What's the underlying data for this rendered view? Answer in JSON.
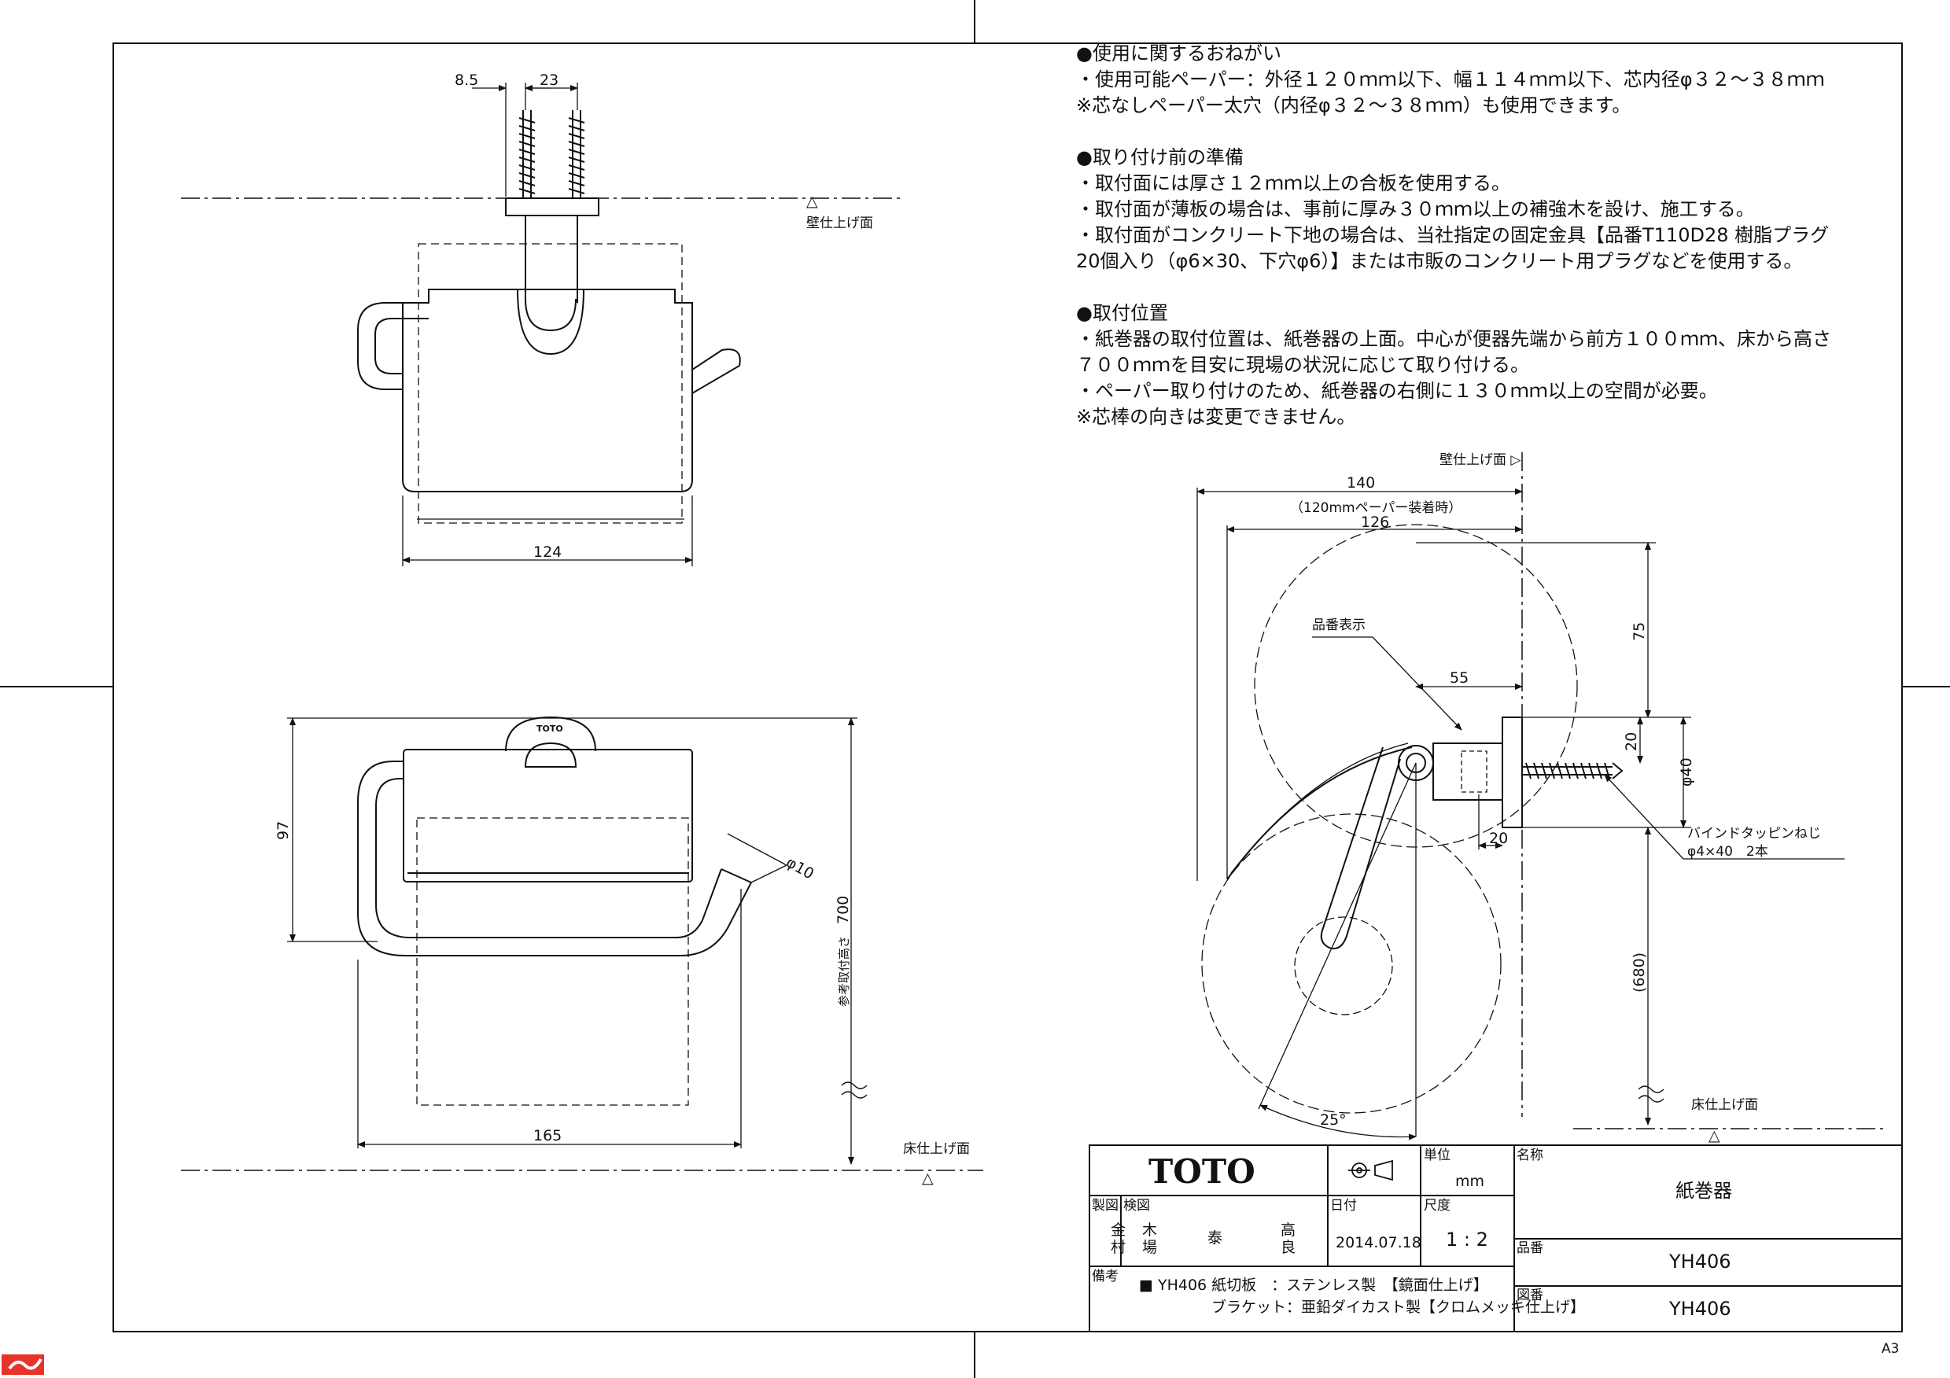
{
  "notes": {
    "usage_title": "●使用に関するおねがい",
    "usage_1": "・使用可能ペーパー：外径１２０ｍｍ以下、幅１１４ｍｍ以下、芯内径φ３２～３８ｍｍ",
    "usage_2": "※芯なしペーパー太穴（内径φ３２～３８ｍｍ）も使用できます。",
    "prep_title": "●取り付け前の準備",
    "prep_1": "・取付面には厚さ１２ｍｍ以上の合板を使用する。",
    "prep_2": "・取付面が薄板の場合は、事前に厚み３０ｍｍ以上の補強木を設け、施工する。",
    "prep_3": "・取付面がコンクリート下地の場合は、当社指定の固定金具【品番T110D28 樹脂プラグ",
    "prep_4": "20個入り（φ6×30、下穴φ6）】または市販のコンクリート用プラグなどを使用する。",
    "pos_title": "●取付位置",
    "pos_1": "・紙巻器の取付位置は、紙巻器の上面。中心が便器先端から前方１００ｍｍ、床から高さ",
    "pos_2": "７００ｍｍを目安に現場の状況に応じて取り付ける。",
    "pos_3": "・ペーパー取り付けのため、紙巻器の右側に１３０ｍｍ以上の空間が必要。",
    "pos_4": "※芯棒の向きは変更できません。"
  },
  "top_view": {
    "dim_8_5": "8.5",
    "dim_23": "23",
    "wall_label": "壁仕上げ面",
    "dim_124": "124"
  },
  "front_view": {
    "logo_small": "TOTO",
    "dim_97": "97",
    "dim_phi10": "φ10",
    "dim_700": "700",
    "ref_height": "参考取付高さ",
    "dim_165": "165",
    "floor_label": "床仕上げ面"
  },
  "side_view": {
    "wall_label": "壁仕上げ面 ▷",
    "dim_140": "140",
    "paper_note": "（120mmペーパー装着時）",
    "dim_126": "126",
    "part_label": "品番表示",
    "dim_75": "75",
    "dim_55": "55",
    "dim_20v": "20",
    "dim_phi40": "φ40",
    "dim_20h": "20",
    "screw_label": "バインドタッピンねじ",
    "screw_spec": "φ4×40　2本",
    "dim_680": "(680)",
    "floor_label": "床仕上げ面",
    "angle": "25°"
  },
  "title_block": {
    "logo": "TOTO",
    "unit_label": "単位",
    "unit_value": "mm",
    "name_label": "名称",
    "name_value": "紙巻器",
    "drawn_label": "製図",
    "drawn_1": "金",
    "drawn_2": "村",
    "checked_label": "検図",
    "checked_1": "木",
    "checked_2": "場",
    "checked_3": "泰",
    "checked_4": "高",
    "checked_5": "良",
    "date_label": "日付",
    "date_value": "2014.07.18",
    "scale_label": "尺度",
    "scale_value": "1 : 2",
    "product_label": "品番",
    "product_value": "YH406",
    "remarks_label": "備考",
    "remarks_1": "■ YH406  紙切板　：ステンレス製　【鏡面仕上げ】",
    "remarks_2": "ブラケット：亜鉛ダイカスト製【クロムメッキ仕上げ】",
    "drawing_label": "図番",
    "drawing_value": "YH406"
  },
  "sheet_size": "A3"
}
